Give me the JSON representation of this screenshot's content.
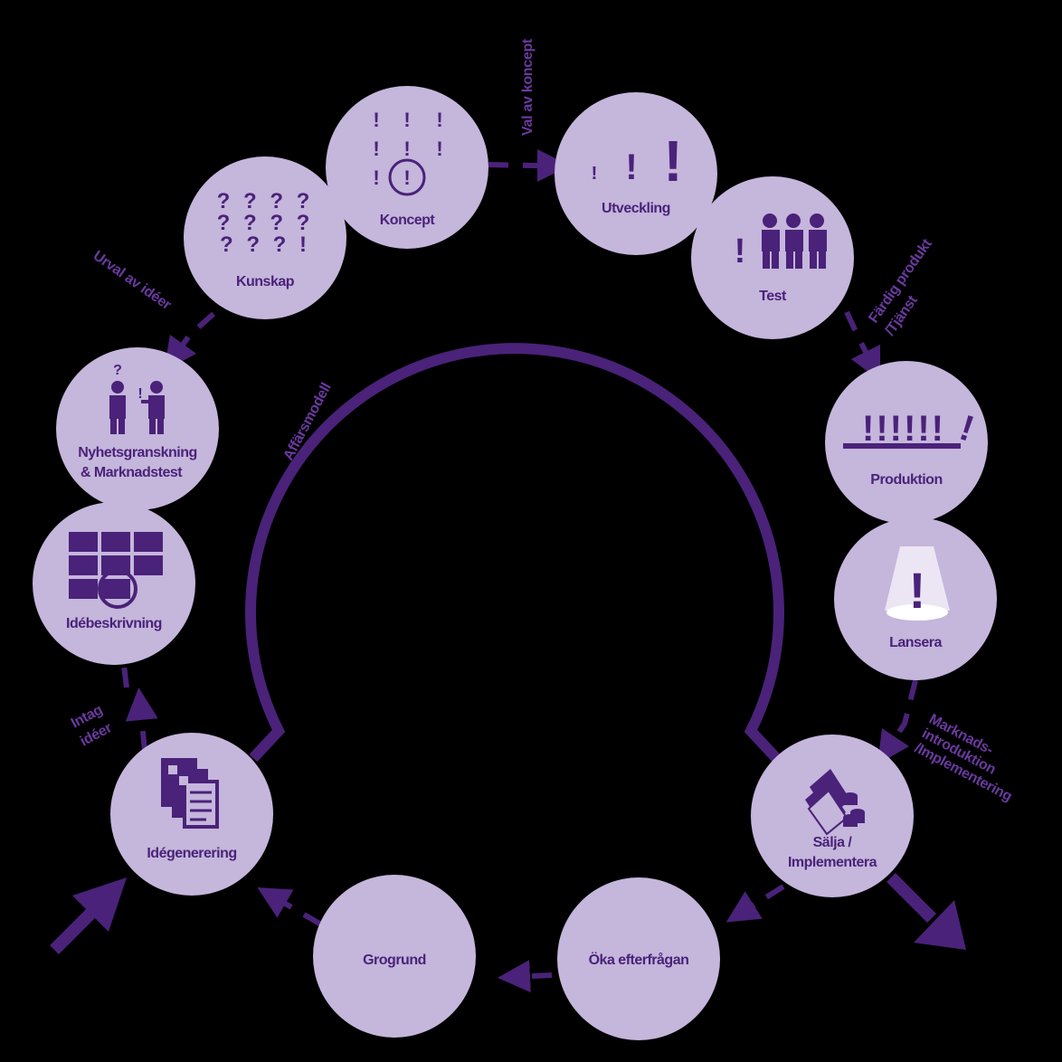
{
  "colors": {
    "background": "#000000",
    "node_fill": "#c5b6dc",
    "accent": "#4a2279",
    "edge_label": "#6a3aa0"
  },
  "nodes": {
    "idegenerering": "Idégenerering",
    "idebeskrivning": "Idébeskrivning",
    "nyhetsgranskning_1": "Nyhetsgranskning",
    "nyhetsgranskning_2": "& Marknadstest",
    "kunskap": "Kunskap",
    "koncept": "Koncept",
    "utveckling": "Utveckling",
    "test": "Test",
    "produktion": "Produktion",
    "lansera": "Lansera",
    "salja_1": "Sälja /",
    "salja_2": "Implementera",
    "oka": "Öka efterfrågan",
    "grogrund": "Grogrund"
  },
  "edge_labels": {
    "intag_1": "Intag",
    "intag_2": "idéer",
    "urval": "Urval av idéer",
    "val": "Val av koncept",
    "fardig_1": "Färdig produkt",
    "fardig_2": "/Tjänst",
    "marknad_1": "Marknads-",
    "marknad_2": "introduktion",
    "marknad_3": "/Implementering"
  },
  "inner_arc_label": "Affärsmodell",
  "icons": {
    "idegenerering": "documents-icon",
    "idebeskrivning": "idea-grid-icon",
    "nyhetsgranskning": "people-question-icon",
    "kunskap": "question-marks-icon",
    "koncept": "exclamation-circle-icon",
    "utveckling": "growing-exclamation-icon",
    "test": "exclamation-people-icon",
    "produktion": "exclamation-line-icon",
    "lansera": "spotlight-icon",
    "salja": "money-stack-icon"
  }
}
